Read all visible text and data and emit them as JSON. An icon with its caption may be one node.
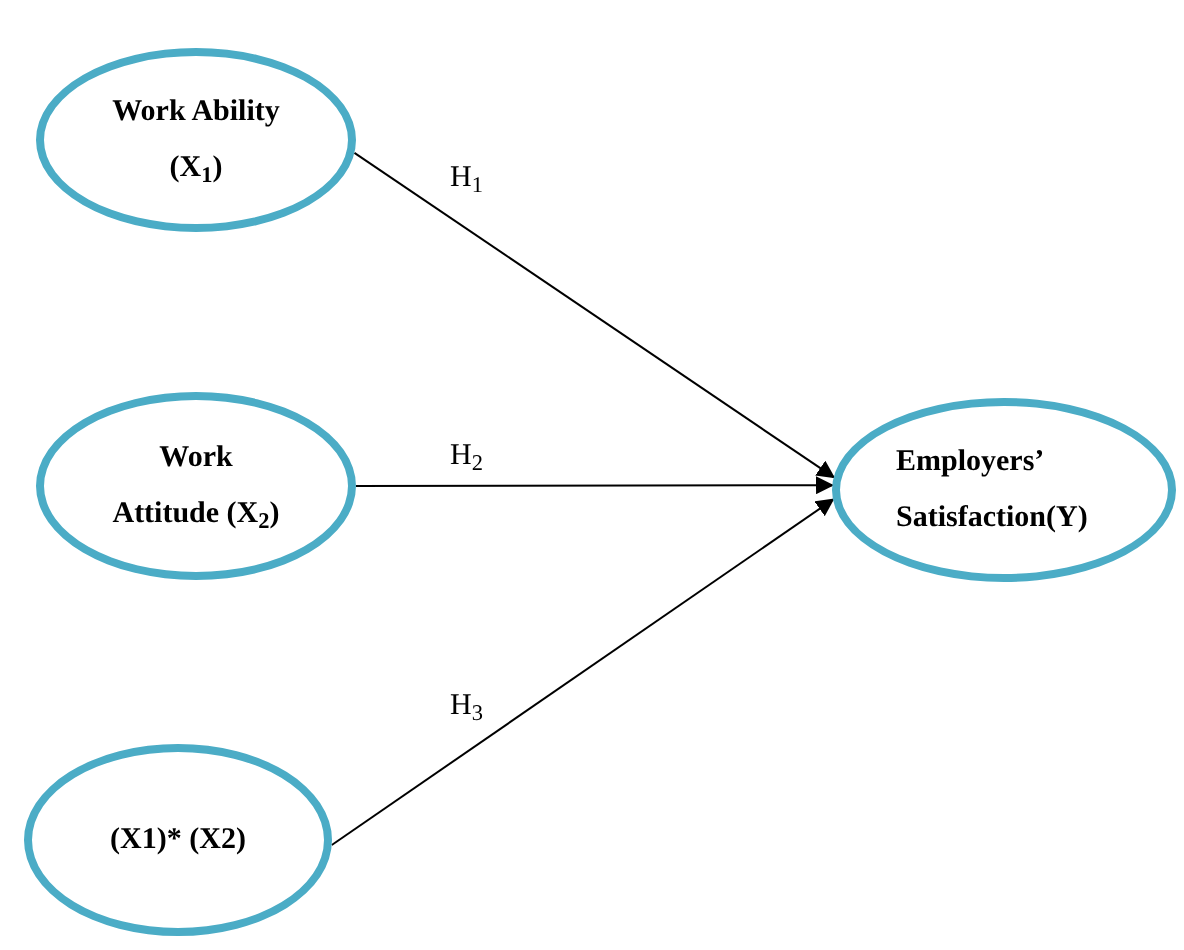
{
  "diagram": {
    "nodes": [
      {
        "text": [
          "Work Ability",
          "(X$_{1}$)"
        ]
      },
      {
        "text": [
          "Work",
          "Attitude (X$_{2}$)"
        ]
      },
      {
        "text": [
          "(X1)* (X2)"
        ]
      },
      {
        "text": [
          "Employers’",
          "Satisfaction(Y)"
        ]
      }
    ],
    "edges": [
      {
        "from": 0,
        "to": 3,
        "arrow": "to",
        "label": "H$_{1}$"
      },
      {
        "from": 1,
        "to": 3,
        "arrow": "to",
        "label": "H$_{2}$"
      },
      {
        "from": 2,
        "to": 3,
        "arrow": "to",
        "label": "H$_{3}$"
      }
    ]
  }
}
